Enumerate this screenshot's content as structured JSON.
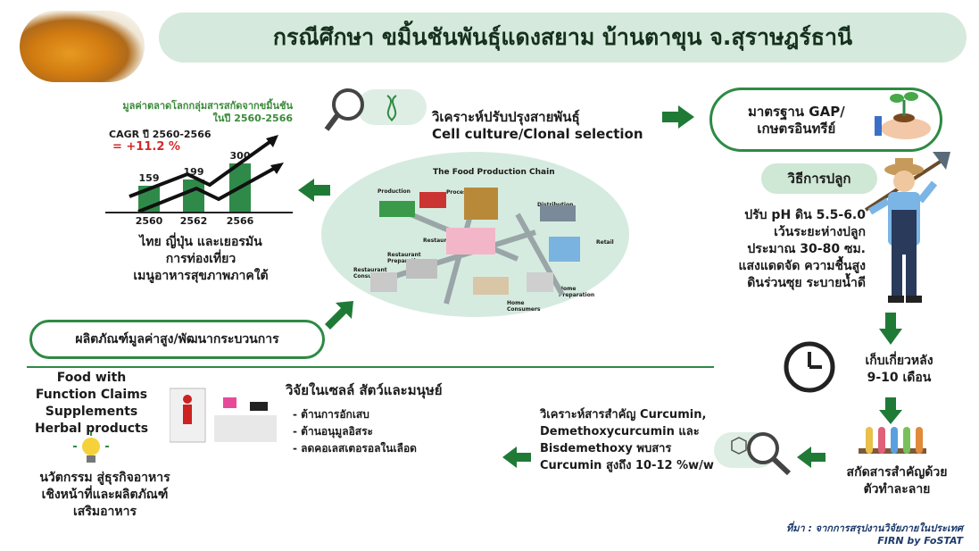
{
  "title": "กรณีศึกษา ขมิ้นชันพันธุ์แดงสยาม บ้านตาขุน จ.สุราษฎร์ธานี",
  "chart": {
    "title_line1": "มูลค่าตลาดโลกกลุ่มสารสกัดจากขมิ้นชัน",
    "title_line2": "ในปี 2560-2566",
    "cagr_label": "CAGR ปี 2560-2566",
    "cagr_value": "= +11.2 %",
    "caption_line1": "ไทย ญี่ปุ่น และเยอรมัน",
    "caption_line2": "การท่องเที่ยว",
    "caption_line3": "เมนูอาหารสุขภาพภาคใต้"
  },
  "chart_data": {
    "type": "bar",
    "categories": [
      "2560",
      "2562",
      "2566"
    ],
    "values": [
      159,
      199,
      300
    ],
    "title": "มูลค่าตลาดโลกกลุ่มสารสกัดจากขมิ้นชัน ในปี 2560-2566",
    "ylim": [
      0,
      320
    ]
  },
  "research": {
    "line1": "วิเคราะห์ปรับปรุงสายพันธุ์",
    "line2": "Cell culture/Clonal selection"
  },
  "standard": {
    "line1": "มาตรฐาน GAP/",
    "line2": "เกษตรอินทรีย์"
  },
  "planting": {
    "header": "วิธีการปลูก",
    "lines": [
      "ปรับ pH ดิน 5.5-6.0",
      "เว้นระยะห่างปลูก",
      "ประมาณ 30-80 ซม.",
      "แสงแดดจัด ความชื้นสูง",
      "ดินร่วนซุย ระบายน้ำดี"
    ]
  },
  "food_chain": {
    "title": "The Food Production Chain",
    "labels": [
      "Production",
      "Processing",
      "Distribution",
      "Restaurant",
      "Retail",
      "Restaurant Preparation",
      "Restaurant Consumer",
      "Home Preparation",
      "Home Consumers"
    ]
  },
  "product_pill": "ผลิตภัณฑ์มูลค่าสูง/พัฒนากระบวนการ",
  "harvest": {
    "line1": "เก็บเกี่ยวหลัง",
    "line2": "9-10 เดือน"
  },
  "extract": {
    "line1": "สกัดสารสำคัญด้วย",
    "line2": "ตัวทำละลาย"
  },
  "analysis": {
    "lines": [
      "วิเคราะห์สารสำคัญ Curcumin,",
      "Demethoxycurcumin และ",
      "Bisdemethoxy พบสาร",
      "Curcumin สูงถึง 10-12  %w/w"
    ]
  },
  "cell_research": {
    "title": "วิจัยในเซลล์ สัตว์และมนุษย์",
    "items": [
      "- ต้านการอักเสบ",
      "- ต้านอนุมูลอิสระ",
      "- ลดคอเลสเตอรอลในเลือด"
    ]
  },
  "products": {
    "lines": [
      "Food with",
      "Function Claims",
      "Supplements",
      "Herbal products"
    ]
  },
  "innovation": {
    "lines": [
      "นวัตกรรม สู่ธุรกิจอาหาร",
      "เชิงหน้าที่และผลิตภัณฑ์",
      "เสริมอาหาร"
    ]
  },
  "footer": {
    "source": "ที่มา : จากการสรุปงานวิจัยภายในประเทศ",
    "credit": "FIRN by FoSTAT"
  },
  "colors": {
    "green": "#2e8a44",
    "light_green": "#d5e9dc",
    "red": "#d12a2a"
  }
}
